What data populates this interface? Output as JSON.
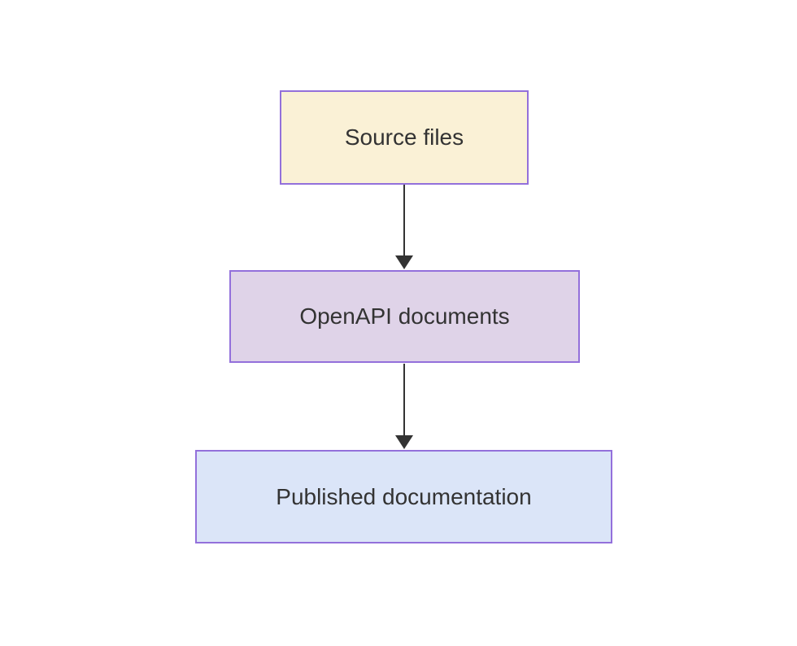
{
  "diagram": {
    "type": "flowchart",
    "direction": "top-down",
    "background": "#FFFFFF",
    "text_color": "#333333",
    "nodes": [
      {
        "id": "source-files",
        "label": "Source files",
        "fill": "#FAF1D6",
        "stroke": "#9370DB"
      },
      {
        "id": "openapi-documents",
        "label": "OpenAPI documents",
        "fill": "#DFD3E8",
        "stroke": "#9370DB"
      },
      {
        "id": "published-documentation",
        "label": "Published documentation",
        "fill": "#DBE5F8",
        "stroke": "#9370DB"
      }
    ],
    "edges": [
      {
        "from": "Source files",
        "to": "OpenAPI documents",
        "color": "#333333",
        "arrow": "down"
      },
      {
        "from": "OpenAPI documents",
        "to": "Published documentation",
        "color": "#333333",
        "arrow": "down"
      }
    ]
  }
}
